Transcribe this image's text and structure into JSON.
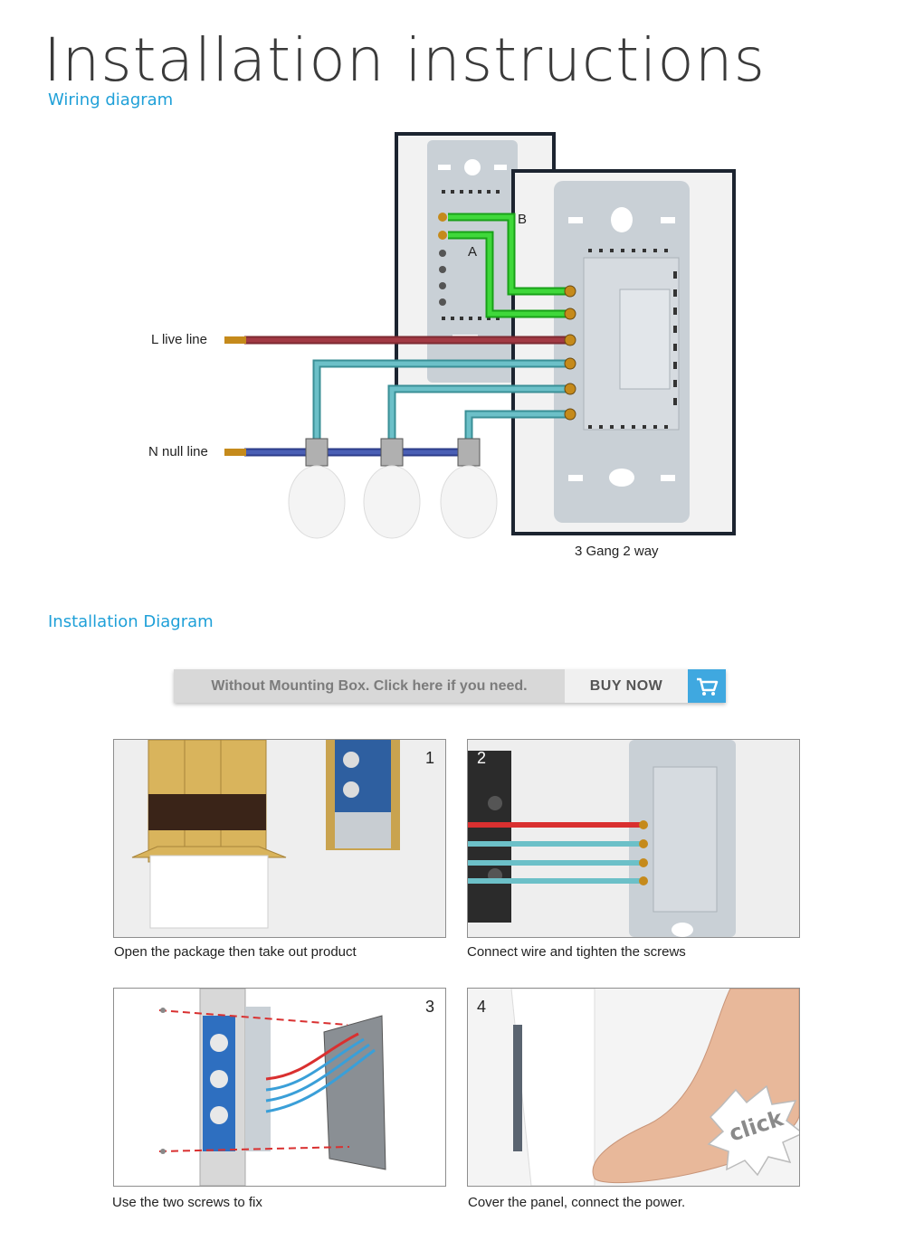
{
  "header": {
    "title": "Installation instructions",
    "wiring_label": "Wiring diagram",
    "installation_label": "Installation Diagram"
  },
  "wiring": {
    "live_label": "L live line",
    "null_label": "N null line",
    "label_a": "A",
    "label_b": "B",
    "switch_caption": "3 Gang 2 way",
    "colors": {
      "live": "#a23a44",
      "neutral": "#4a5fb5",
      "traveler": "#3fd83a",
      "load": "#6cc0c8",
      "frame": "#1c2430",
      "module": "#c9d0d6"
    }
  },
  "banner": {
    "text": "Without Mounting Box. Click here if you need.",
    "buy_label": "BUY NOW",
    "cart_icon": "cart-icon"
  },
  "steps": [
    {
      "num": "1",
      "caption": "Open the package then take out product"
    },
    {
      "num": "2",
      "caption": "Connect wire and tighten the screws"
    },
    {
      "num": "3",
      "caption": "Use the two screws to fix"
    },
    {
      "num": "4",
      "caption": "Cover the panel, connect the power.",
      "burst": "click"
    }
  ]
}
